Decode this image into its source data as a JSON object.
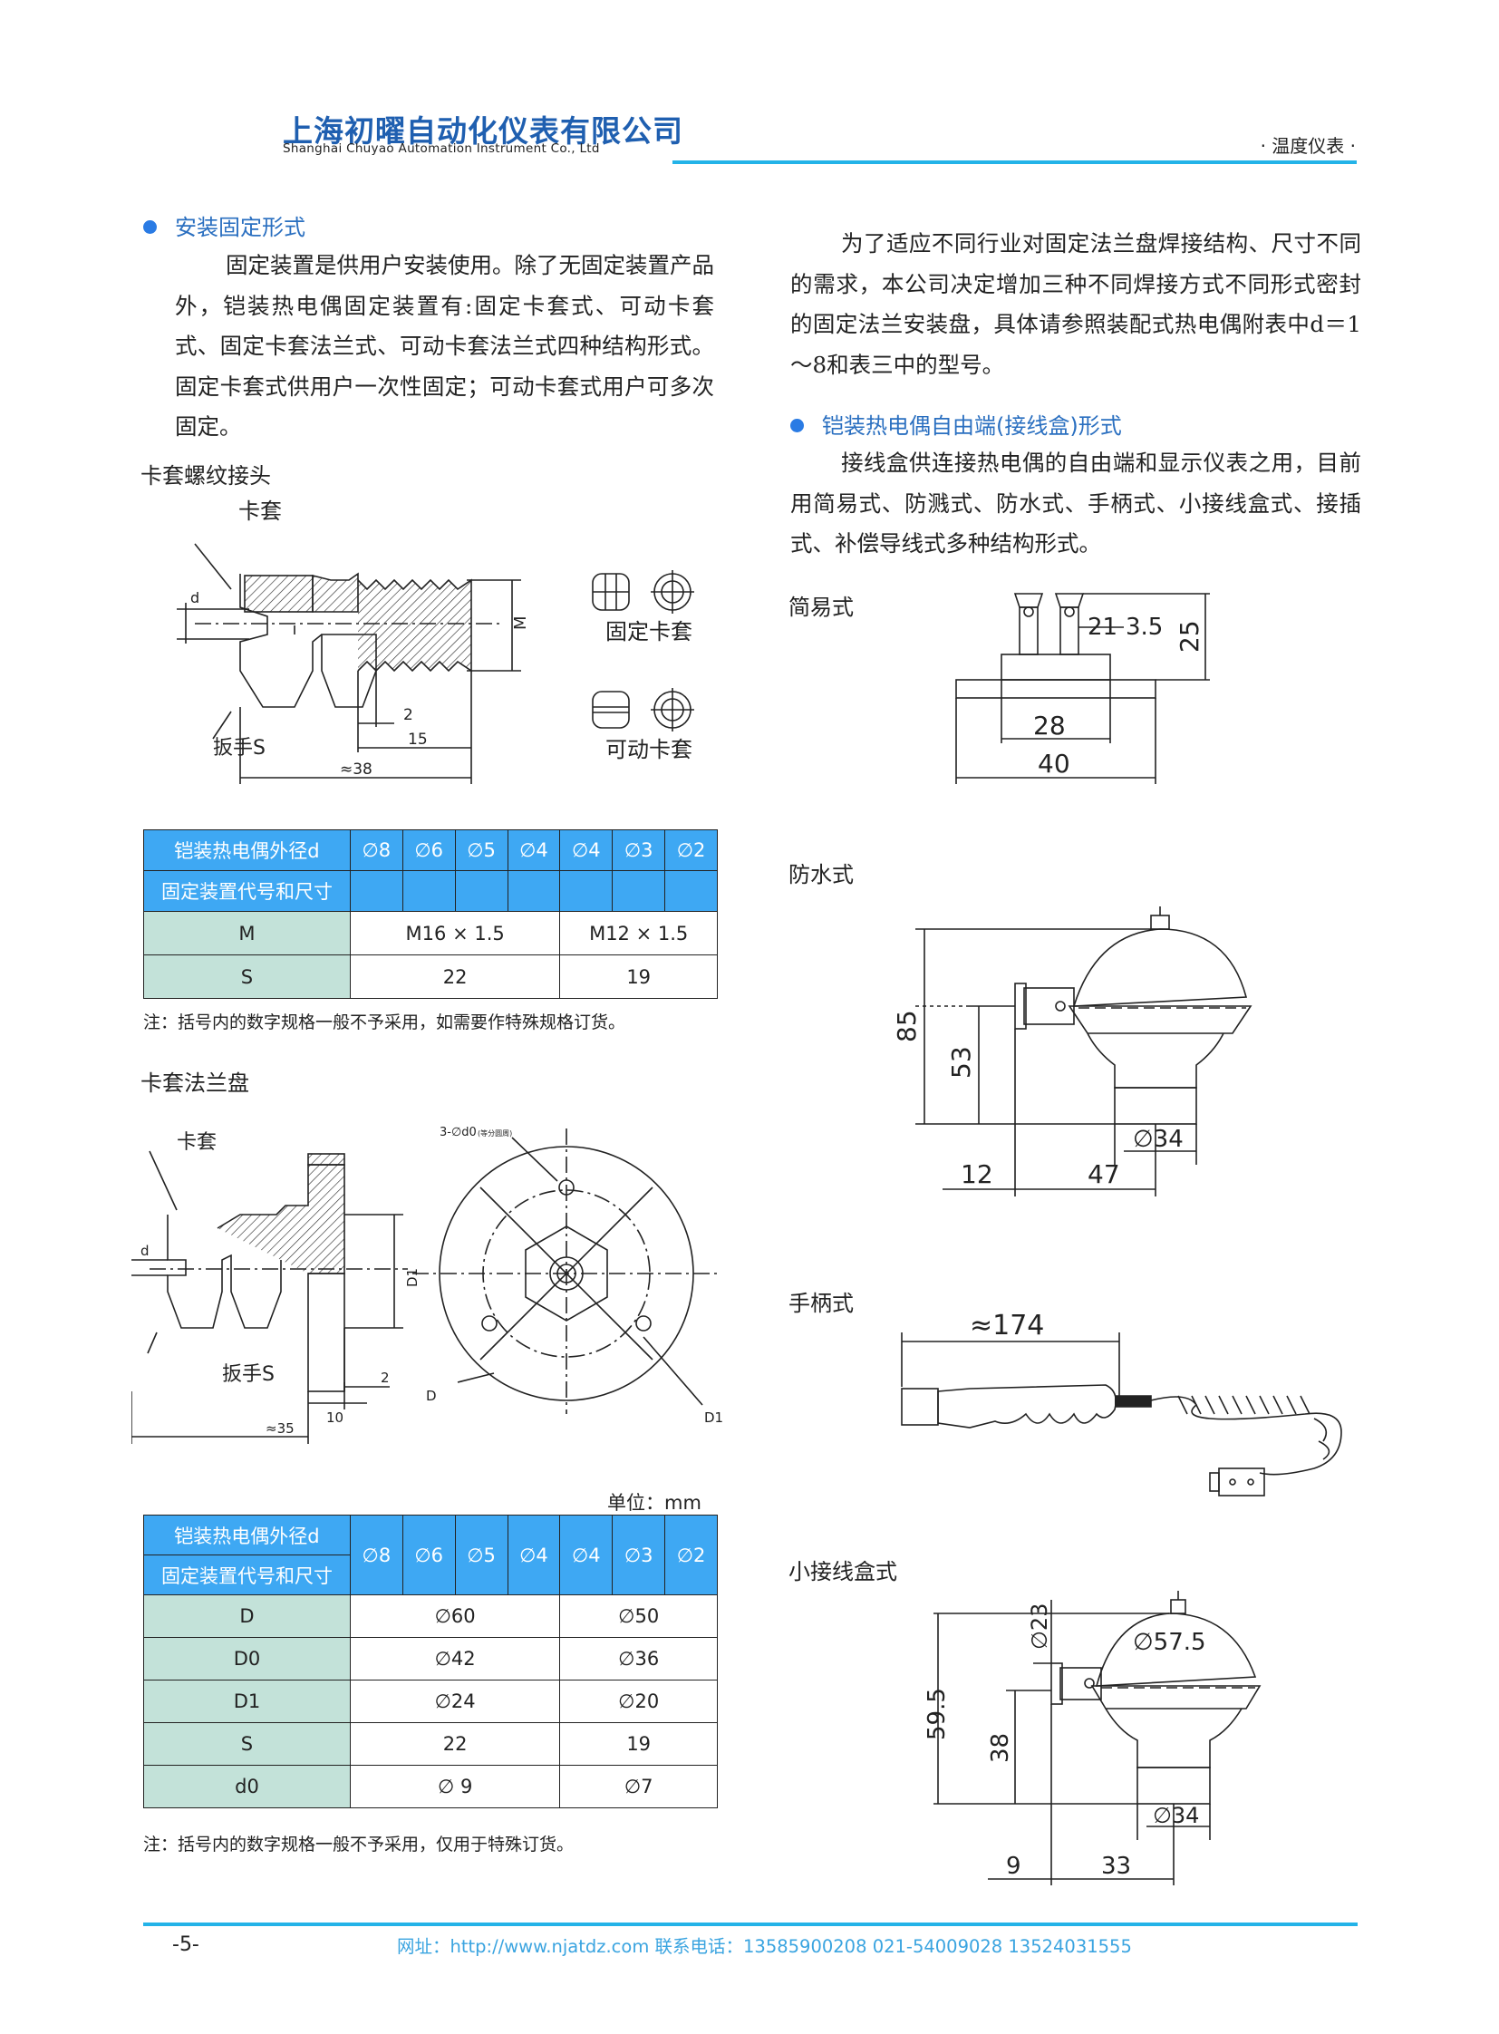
{
  "header": {
    "company_cn": "上海初曜自动化仪表有限公司",
    "company_en": "Shanghai Chuyao Automation Instrument Co., Ltd",
    "category": "· 温度仪表 ·"
  },
  "left": {
    "section1": {
      "heading": "安装固定形式",
      "paragraph": "固定装置是供用户安装使用。除了无固定装置产品外，铠装热电偶固定装置有:固定卡套式、可动卡套式、固定卡套法兰式、可动卡套法兰式四种结构形式。固定卡套式供用户一次性固定；可动卡套式用户可多次固定。"
    },
    "fig1": {
      "title": "卡套螺纹接头",
      "label_ferrule": "卡套",
      "label_d": "d",
      "label_M": "M",
      "label_wrench": "扳手S",
      "dim_2": "2",
      "dim_15": "15",
      "dim_38": "≈38",
      "label_fixed": "固定卡套",
      "label_movable": "可动卡套"
    },
    "table1": {
      "header1": "铠装热电偶外径d",
      "header2": "固定装置代号和尺寸",
      "diameters": [
        "∅8",
        "∅6",
        "∅5",
        "∅4",
        "∅4",
        "∅3",
        "∅2"
      ],
      "rows": [
        {
          "label": "M",
          "a": "M16 × 1.5",
          "b": "M12 × 1.5"
        },
        {
          "label": "S",
          "a": "22",
          "b": "19"
        }
      ],
      "note": "注：括号内的数字规格一般不予采用，如需要作特殊规格订货。"
    },
    "fig2": {
      "title": "卡套法兰盘",
      "label_ferrule": "卡套",
      "label_d": "d",
      "label_D1": "D1",
      "label_wrench": "扳手S",
      "dim_2": "2",
      "dim_10": "10",
      "dim_35": "≈35",
      "label_holes": "3-∅d0",
      "label_holes_small": "(等分圆周)",
      "label_D": "D",
      "label_D1b": "D1"
    },
    "table2": {
      "unit": "单位：mm",
      "header1": "铠装热电偶外径d",
      "header2": "固定装置代号和尺寸",
      "diameters": [
        "∅8",
        "∅6",
        "∅5",
        "∅4",
        "∅4",
        "∅3",
        "∅2"
      ],
      "rows": [
        {
          "label": "D",
          "a": "∅60",
          "b": "∅50"
        },
        {
          "label": "D0",
          "a": "∅42",
          "b": "∅36"
        },
        {
          "label": "D1",
          "a": "∅24",
          "b": "∅20"
        },
        {
          "label": "S",
          "a": "22",
          "b": "19"
        },
        {
          "label": "d0",
          "a": "∅ 9",
          "b": "∅7"
        }
      ],
      "note": "注：括号内的数字规格一般不予采用，仅用于特殊订货。"
    }
  },
  "right": {
    "intro": "为了适应不同行业对固定法兰盘焊接结构、尺寸不同的需求，本公司决定增加三种不同焊接方式不同形式密封的固定法兰安装盘，具体请参照装配式热电偶附表中d＝1～8和表三中的型号。",
    "section2": {
      "heading": "铠装热电偶自由端(接线盒)形式",
      "paragraph": "接线盒供连接热电偶的自由端和显示仪表之用，目前用简易式、防溅式、防水式、手柄式、小接线盒式、接插式、补偿导线式多种结构形式。"
    },
    "simple": {
      "title": "简易式",
      "dim_28": "28",
      "dim_40": "40",
      "dim_21": "21",
      "dim_35": "3.5",
      "dim_25": "25"
    },
    "waterproof": {
      "title": "防水式",
      "dim_85": "85",
      "dim_53": "53",
      "dim_34": "∅34",
      "dim_12": "12",
      "dim_47": "47"
    },
    "handle": {
      "title": "手柄式",
      "dim_174": "≈174"
    },
    "small_box": {
      "title": "小接线盒式",
      "dim_23": "∅23",
      "dim_575": "∅57.5",
      "dim_595": "59.5",
      "dim_38": "38",
      "dim_34": "∅34",
      "dim_9": "9",
      "dim_33": "33"
    }
  },
  "footer": {
    "page": "-5-",
    "contact": "网址：http://www.njatdz.com   联系电话：13585900208 021-54009028  13524031555"
  },
  "colors": {
    "accent": "#23b3e8",
    "table_header": "#3ea8f3",
    "row_header": "#c3e2d9",
    "brand": "#1f5fb0"
  }
}
